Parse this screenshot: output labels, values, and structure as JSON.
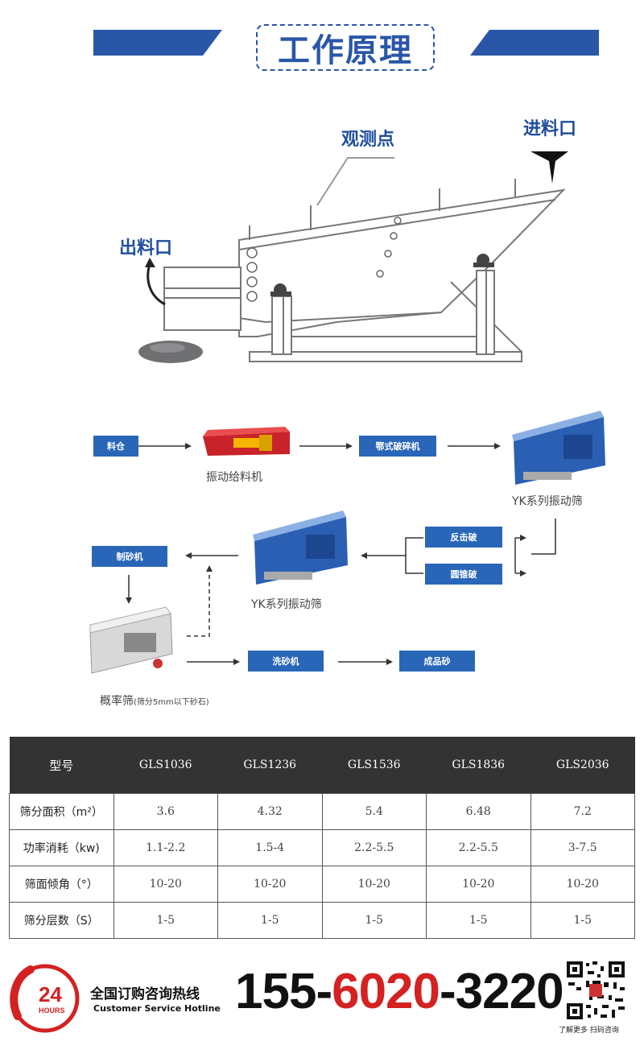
{
  "header": {
    "title": "工作原理"
  },
  "diagram": {
    "observe_point": "观测点",
    "inlet": "进料口",
    "outlet": "出料口"
  },
  "flow": {
    "bin": "料仓",
    "feeder": "振动给料机",
    "jaw_crusher": "鄂式破碎机",
    "yk_screen_1": "YK系列振动筛",
    "impact_crusher": "反击破",
    "cone_crusher": "圆锥破",
    "yk_screen_2": "YK系列振动筛",
    "sand_maker": "制砂机",
    "probability_screen": "概率筛",
    "probability_screen_note": "(筛分5mm以下砂石)",
    "sand_washer": "洗砂机",
    "finished_sand": "成品砂"
  },
  "table": {
    "headers": [
      "型号",
      "GLS1036",
      "GLS1236",
      "GLS1536",
      "GLS1836",
      "GLS2036"
    ],
    "rows": [
      [
        "筛分面积（m²）",
        "3.6",
        "4.32",
        "5.4",
        "6.48",
        "7.2"
      ],
      [
        "功率消耗（kw)",
        "1.1-2.2",
        "1.5-4",
        "2.2-5.5",
        "2.2-5.5",
        "3-7.5"
      ],
      [
        "筛面倾角（°）",
        "10-20",
        "10-20",
        "10-20",
        "10-20",
        "10-20"
      ],
      [
        "筛分层数（S）",
        "1-5",
        "1-5",
        "1-5",
        "1-5",
        "1-5"
      ]
    ]
  },
  "footer": {
    "badge_number": "24",
    "badge_text": "HOURS",
    "hotline_cn": "全国订购咨询热线",
    "hotline_en": "Customer Service Hotline",
    "phone_part1": "155-",
    "phone_part2": "6020",
    "phone_part3": "-3220",
    "qr_caption": "了解更多  扫码咨询"
  },
  "colors": {
    "accent_blue": "#2a56a8",
    "phone_red": "#d42121",
    "table_header": "#333333"
  }
}
